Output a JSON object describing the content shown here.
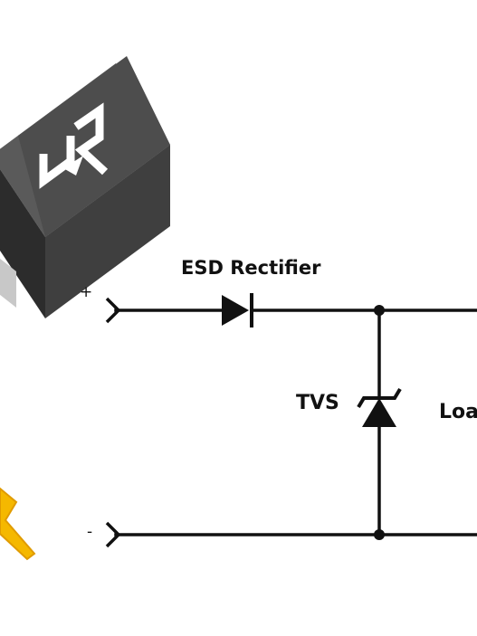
{
  "diagram": {
    "labels": {
      "rectifier": "ESD Rectifier",
      "tvs": "TVS",
      "load": "Loa",
      "positive_terminal": "+",
      "negative_terminal": "-"
    },
    "colors": {
      "wire": "#111111",
      "package_body": "#3d3d3d",
      "package_top": "#5a5a5a",
      "package_side": "#2a2a2a",
      "logo": "#ffffff",
      "lightning": "#f5b800",
      "background": "#ffffff"
    },
    "components": [
      {
        "name": "esd-rectifier-diode",
        "symbol": "diode"
      },
      {
        "name": "tvs-diode",
        "symbol": "zener-diode"
      },
      {
        "name": "load",
        "symbol": "resistor"
      }
    ],
    "package_photo": {
      "icon": "smd-diode-package",
      "logo_icon": "manufacturer-logo-icon"
    },
    "hazard_icon": "lightning-bolt-icon"
  }
}
